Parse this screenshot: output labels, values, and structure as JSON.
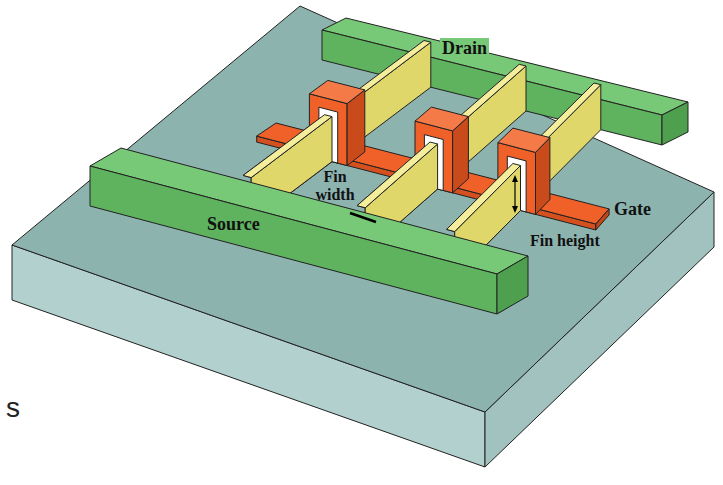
{
  "diagram": {
    "labels": [
      "Drain",
      "Source",
      "Fin width",
      "Gate",
      "Fin height",
      "s"
    ]
  }
}
